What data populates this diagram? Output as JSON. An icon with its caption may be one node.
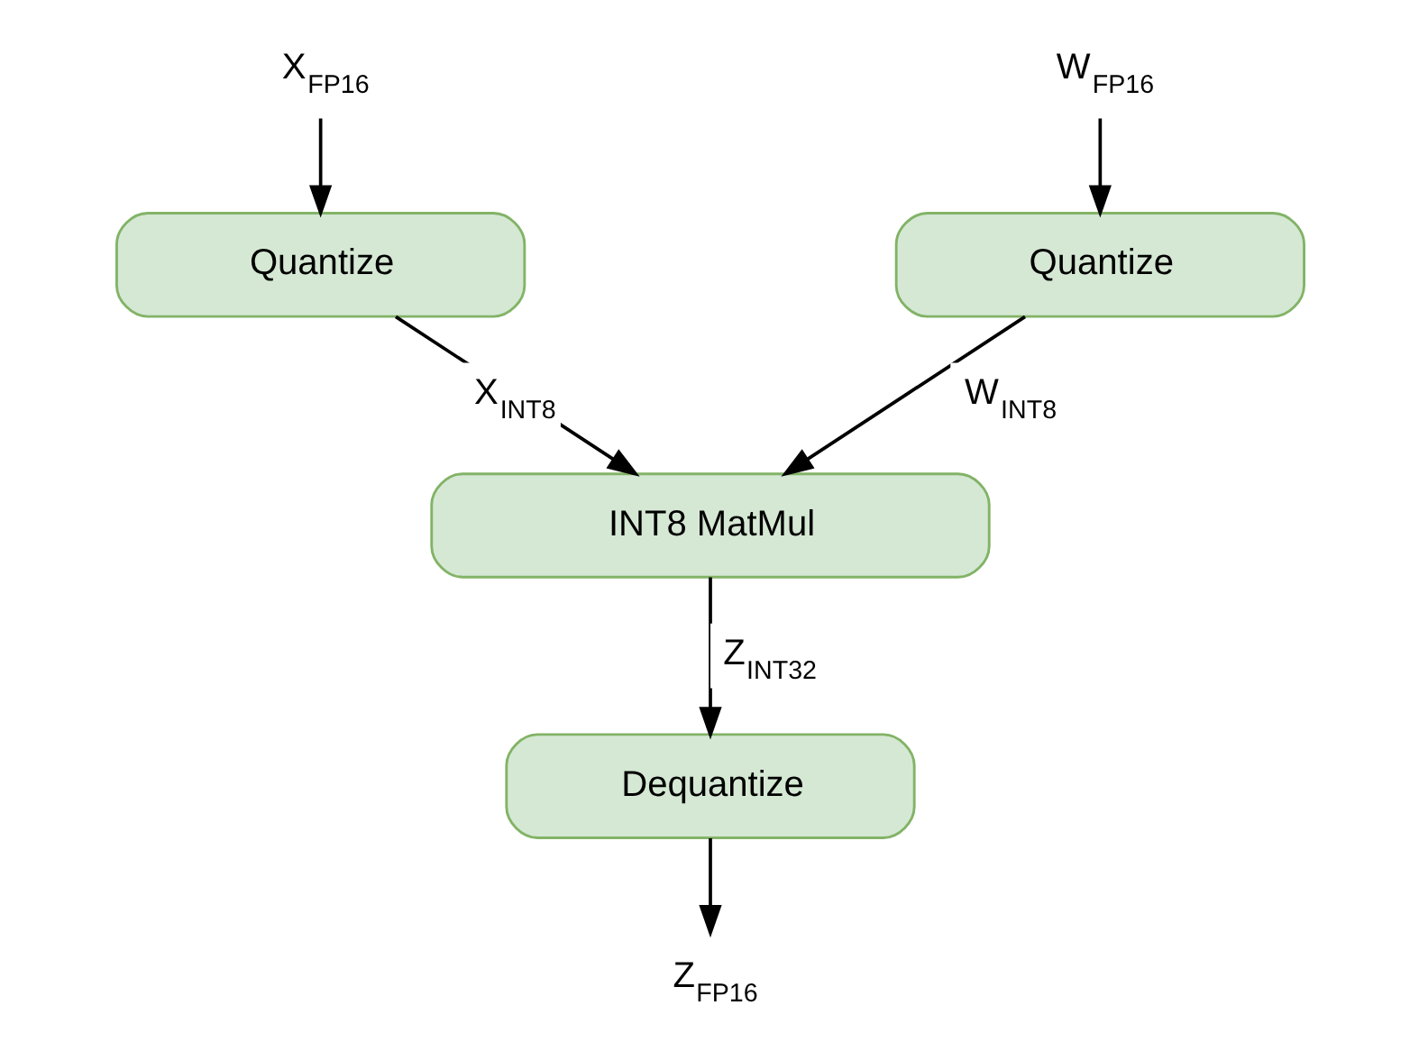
{
  "diagram": {
    "nodes": [
      {
        "text": [
          "X$_{FP16}$"
        ]
      },
      {
        "text": [
          "W$_{FP16}$"
        ]
      },
      {
        "text": [
          "Quantize"
        ]
      },
      {
        "text": [
          "Quantize"
        ]
      },
      {
        "text": [
          "INT8 MatMul"
        ]
      },
      {
        "text": [
          "Dequantize"
        ]
      },
      {
        "text": [
          "Z$_{FP16}$"
        ]
      }
    ],
    "edges": [
      {
        "from": 0,
        "to": 2,
        "arrow": "to"
      },
      {
        "from": 1,
        "to": 3,
        "arrow": "to"
      },
      {
        "from": 2,
        "to": 4,
        "arrow": "to",
        "label": "X$_{INT8}$"
      },
      {
        "from": 3,
        "to": 4,
        "arrow": "to",
        "label": "W$_{INT8}$"
      },
      {
        "from": 4,
        "to": 5,
        "arrow": "to",
        "label": "Z$_{INT32}$"
      },
      {
        "from": 5,
        "to": 6,
        "arrow": "to"
      }
    ]
  }
}
